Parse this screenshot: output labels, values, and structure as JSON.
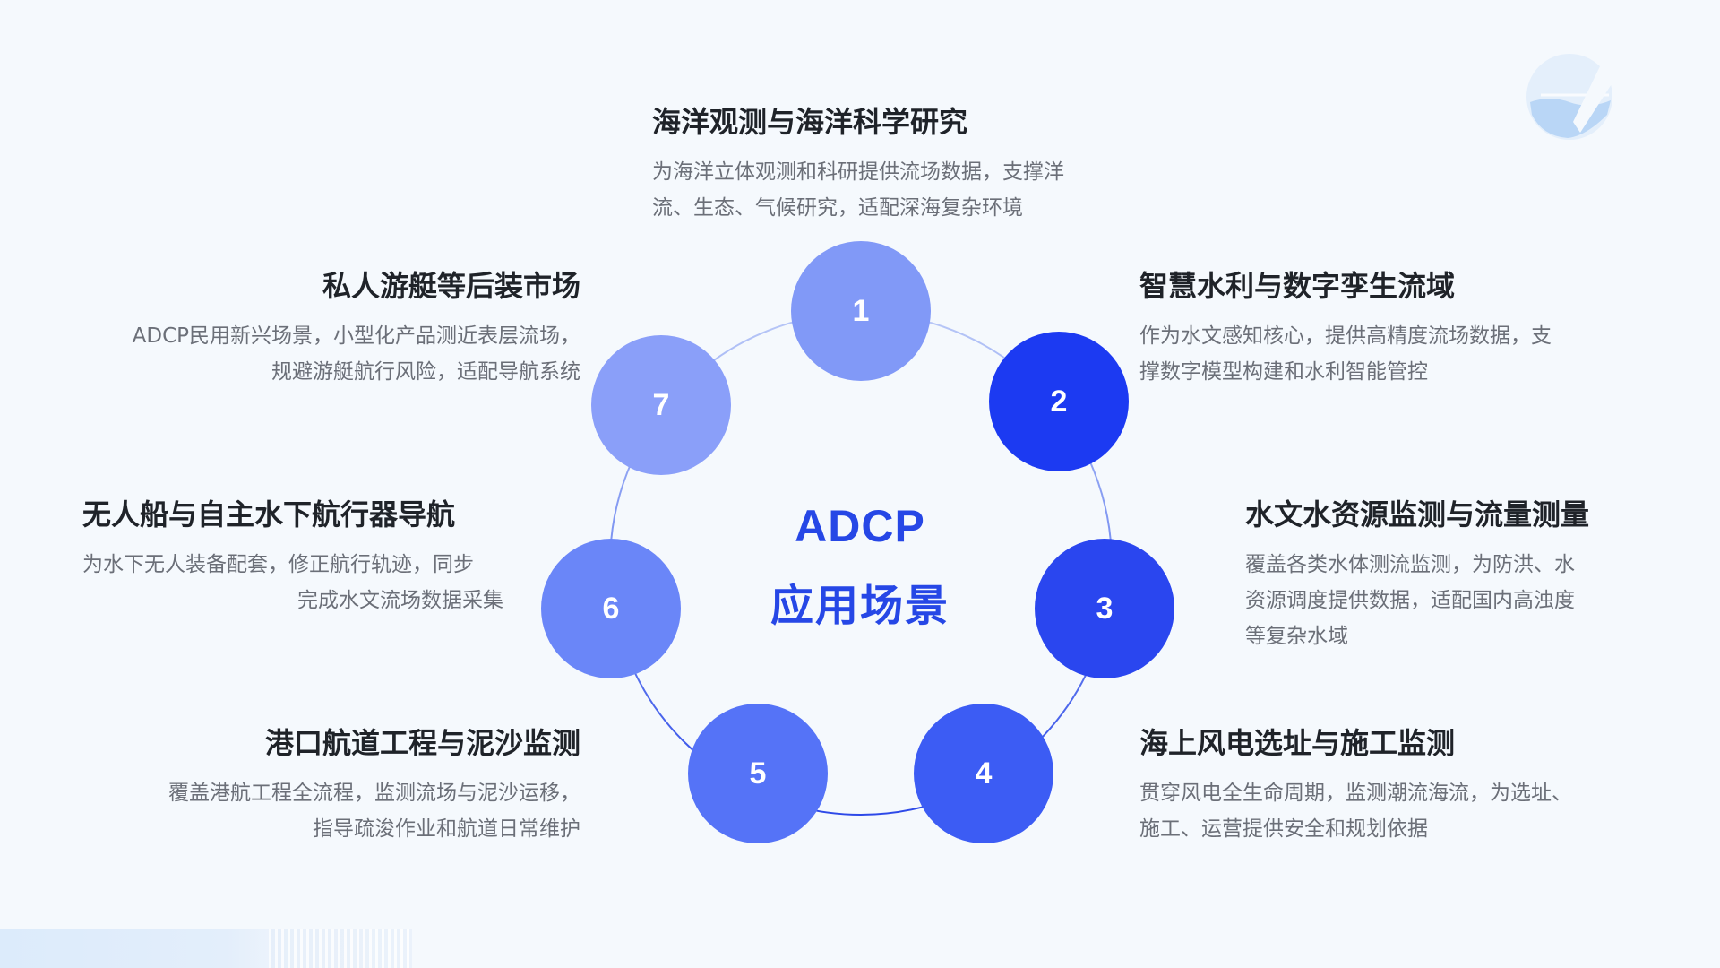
{
  "center": {
    "title": "ADCP",
    "subtitle": "应用场景"
  },
  "colors": {
    "accent": "#2647e6",
    "background": "#f5f9fd",
    "title_text": "#1f2329",
    "body_text": "#6b6f78"
  },
  "nodes": [
    {
      "number": "1",
      "color": "#8199f7"
    },
    {
      "number": "2",
      "color": "#1c3af2"
    },
    {
      "number": "3",
      "color": "#2a46ef"
    },
    {
      "number": "4",
      "color": "#3c5cf4"
    },
    {
      "number": "5",
      "color": "#5573f7"
    },
    {
      "number": "6",
      "color": "#6a86f8"
    },
    {
      "number": "7",
      "color": "#8a9ff9"
    }
  ],
  "items": [
    {
      "title": "海洋观测与海洋科学研究",
      "lines": [
        "为海洋立体观测和科研提供流场数据，支撑洋",
        "流、生态、气候研究，适配深海复杂环境"
      ]
    },
    {
      "title": "智慧水利与数字孪生流域",
      "lines": [
        "作为水文感知核心，提供高精度流场数据，支",
        "撑数字模型构建和水利智能管控"
      ]
    },
    {
      "title": "水文水资源监测与流量测量",
      "lines": [
        "覆盖各类水体测流监测，为防洪、水",
        "资源调度提供数据，适配国内高浊度",
        "等复杂水域"
      ]
    },
    {
      "title": "海上风电选址与施工监测",
      "lines": [
        "贯穿风电全生命周期，监测潮流海流，为选址、",
        "施工、运营提供安全和规划依据"
      ]
    },
    {
      "title": "港口航道工程与泥沙监测",
      "lines": [
        "覆盖港航工程全流程，监测流场与泥沙运移，",
        "指导疏浚作业和航道日常维护"
      ]
    },
    {
      "title": "无人船与自主水下航行器导航",
      "lines": [
        "为水下无人装备配套，修正航行轨迹，同步",
        "完成水文流场数据采集"
      ]
    },
    {
      "title": "私人游艇等后装市场",
      "lines": [
        "ADCP民用新兴场景，小型化产品测近表层流场，",
        "规避游艇航行风险，适配导航系统"
      ]
    }
  ]
}
